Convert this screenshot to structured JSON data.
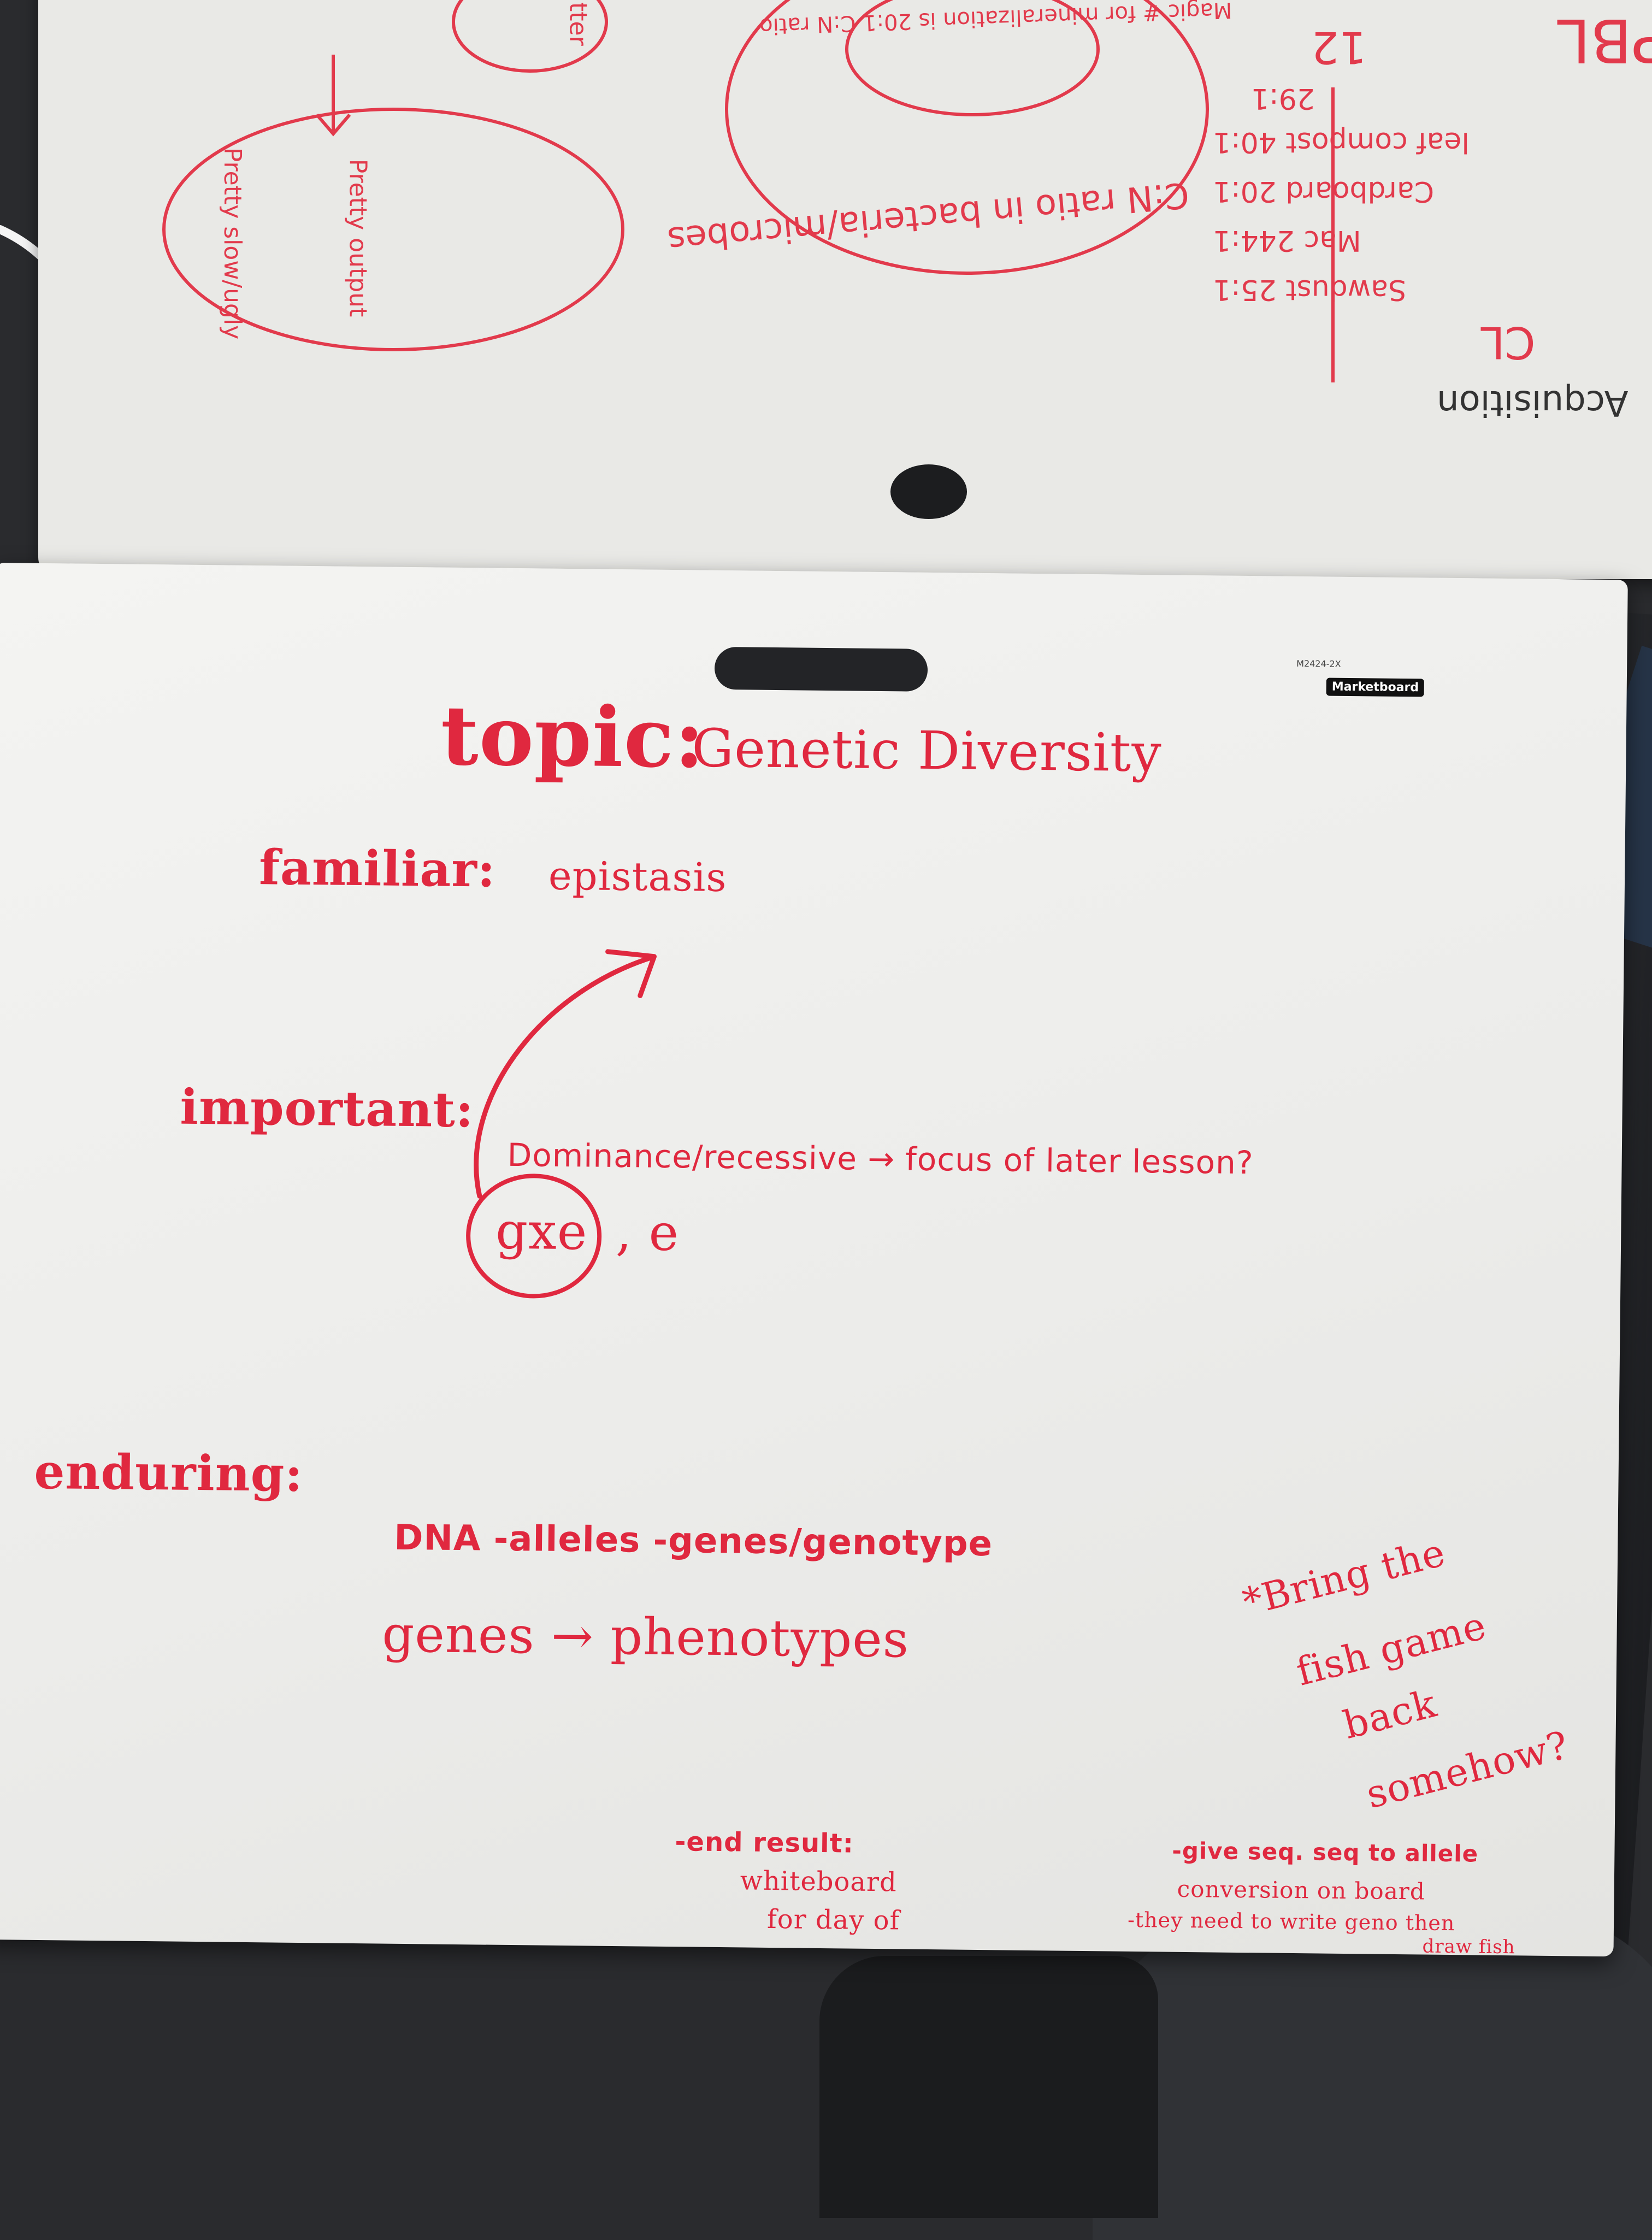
{
  "back_board": {
    "lines": [
      "PBL",
      "12",
      "Acquisition",
      "CL",
      "Sawdust 25:1",
      "Mac 244:1",
      "Cardboard 20:1",
      "leaf compost 40:1",
      "29:1",
      "C:N ratio in bacteria/microbes",
      "Magic # for mineralization is 20:1 C:N ratio",
      "Pretty output",
      "Pretty slow/ugly",
      "Litter"
    ]
  },
  "front_board": {
    "brand_code": "M2424-2X",
    "brand_name": "Marketboard",
    "topic_label": "topic:",
    "topic_value": "Genetic Diversity",
    "familiar_label": "familiar:",
    "familiar_value": "epistasis",
    "important_label": "important:",
    "important_note": "Dominance/recessive → focus of later lesson?",
    "important_value_circled": "gxe",
    "important_value_rest": ", e",
    "enduring_label": "enduring:",
    "enduring_line1": "DNA -alleles -genes/genotype",
    "enduring_line2": "genes → phenotypes",
    "note_star": [
      "*Bring the",
      "fish game",
      "back",
      "somehow?"
    ],
    "end_result": [
      "-end result:",
      "whiteboard",
      "for day of"
    ],
    "give_seq": [
      "-give seq. seq to allele",
      "conversion on board",
      "-they need to write geno then",
      "draw fish"
    ]
  },
  "colors": {
    "marker": "#e0283f",
    "board": "#f1f1ef",
    "table": "#2a2b2e"
  }
}
